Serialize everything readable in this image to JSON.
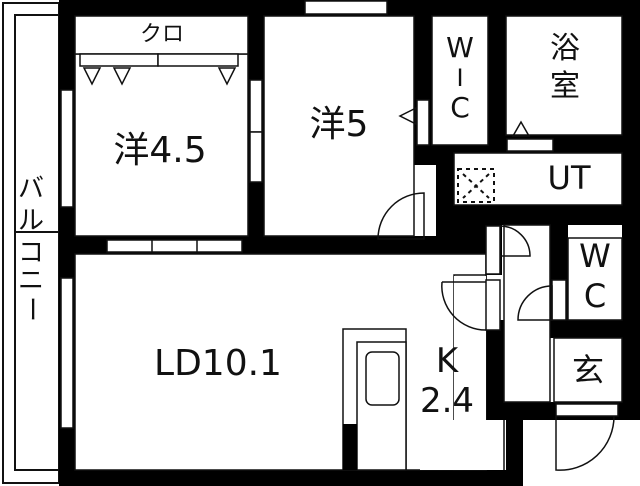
{
  "floor_plan": {
    "colors": {
      "wall": "#000000",
      "floor": "#ffffff",
      "line": "#111111"
    },
    "rooms": {
      "closet": {
        "label": "クロ"
      },
      "western_room_1": {
        "label": "洋4.5"
      },
      "western_room_2": {
        "label": "洋5"
      },
      "walk_in_closet": {
        "chars": [
          "W",
          "I",
          "C"
        ]
      },
      "bathroom": {
        "chars": [
          "浴",
          "室"
        ]
      },
      "utility": {
        "label": "UT"
      },
      "toilet": {
        "chars": [
          "W",
          "C"
        ]
      },
      "entrance": {
        "label": "玄"
      },
      "living_dining": {
        "label": "LD10.1"
      },
      "kitchen": {
        "line1": "K",
        "line2": "2.4"
      },
      "balcony": {
        "chars": [
          "バ",
          "ル",
          "コ",
          "ニ",
          "ー"
        ]
      }
    }
  }
}
